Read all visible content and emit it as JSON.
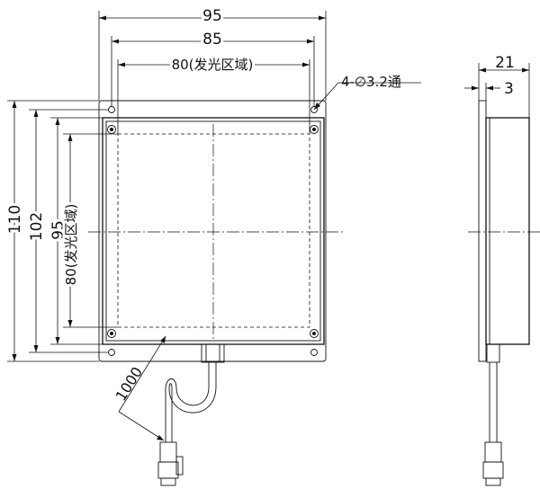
{
  "diagram": {
    "front_view": {
      "width_overall": "95",
      "width_holes": "85",
      "width_emitting": "80(发光区域)",
      "height_overall": "110",
      "height_holes": "102",
      "height_body": "95",
      "height_emitting": "80(发光区域)",
      "hole_callout": "4-∅3.2通",
      "cable_length": "1000"
    },
    "side_view": {
      "depth_overall": "21",
      "plate_thickness": "3"
    }
  }
}
